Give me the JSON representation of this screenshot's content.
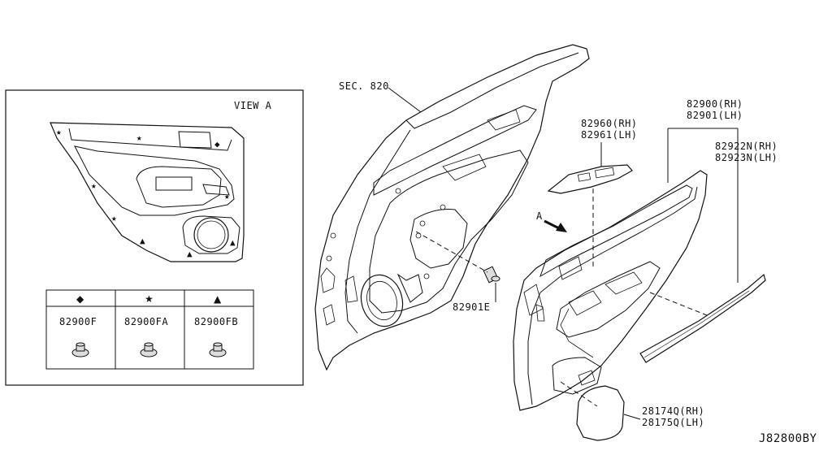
{
  "inset": {
    "title": "VIEW A",
    "legend": [
      {
        "symbol": "◆",
        "part": "82900F"
      },
      {
        "symbol": "★",
        "part": "82900FA"
      },
      {
        "symbol": "▲",
        "part": "82900FB"
      }
    ]
  },
  "labels": {
    "sec": "SEC. 820",
    "switch_rh": "82960(RH)",
    "switch_lh": "82961(LH)",
    "trim_rh": "82900(RH)",
    "trim_lh": "82901(LH)",
    "strip_rh": "82922N(RH)",
    "strip_lh": "82923N(LH)",
    "clip": "82901E",
    "cover_rh": "28174Q(RH)",
    "cover_lh": "28175Q(LH)",
    "arrow": "A",
    "diagram_id": "J82800BY"
  }
}
